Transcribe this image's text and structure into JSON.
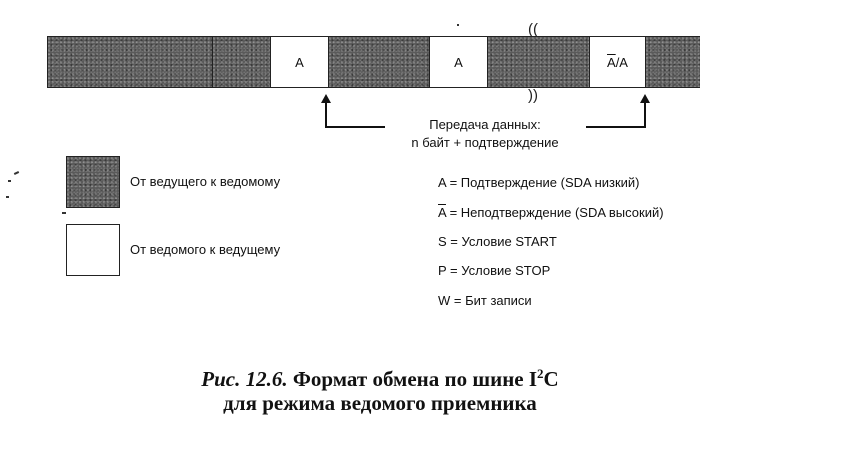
{
  "frame": {
    "segments": [
      {
        "id": "start-address",
        "fill": "dark",
        "label": "",
        "ghost": "",
        "overline": false
      },
      {
        "id": "write-bit",
        "fill": "dark",
        "label": "",
        "ghost": "",
        "overline": false
      },
      {
        "id": "ack-1",
        "fill": "light",
        "label": "A",
        "ghost": "",
        "overline": false
      },
      {
        "id": "data-1",
        "fill": "dark",
        "label": "",
        "ghost": "",
        "overline": false
      },
      {
        "id": "ack-2",
        "fill": "light",
        "label": "A",
        "ghost": "",
        "overline": false
      },
      {
        "id": "data-n",
        "fill": "dark",
        "label": "",
        "ghost": "",
        "overline": false
      },
      {
        "id": "ack-last",
        "fill": "light",
        "label": "A/A",
        "ghost": "",
        "overline": true
      },
      {
        "id": "stop",
        "fill": "dark",
        "label": "",
        "ghost": "",
        "overline": false
      }
    ],
    "break_mark": "((",
    "break_mark_bottom": "))"
  },
  "transfer_label": {
    "line1": "Передача данных:",
    "line2": "n байт + подтверждение"
  },
  "legend": {
    "master_to_slave": "От ведущего к ведомому",
    "slave_to_master": "От ведомого к ведущему"
  },
  "definitions": {
    "ack": "A = Подтверждение (SDA низкий)",
    "nack_symbol": "A",
    "nack": " = Неподтверждение (SDA высокий)",
    "start": "S = Условие START",
    "stop": "P = Условие STOP",
    "write": "W = Бит записи"
  },
  "caption": {
    "fig_label": "Рис. 12.6.",
    "line1_text": " Формат обмена по шине I",
    "sup": "2",
    "line1_tail": "C",
    "line2": "для режима ведомого приемника"
  },
  "colors": {
    "dark_fill": "#5a5a5a",
    "light_fill": "#ffffff",
    "line": "#111111"
  }
}
